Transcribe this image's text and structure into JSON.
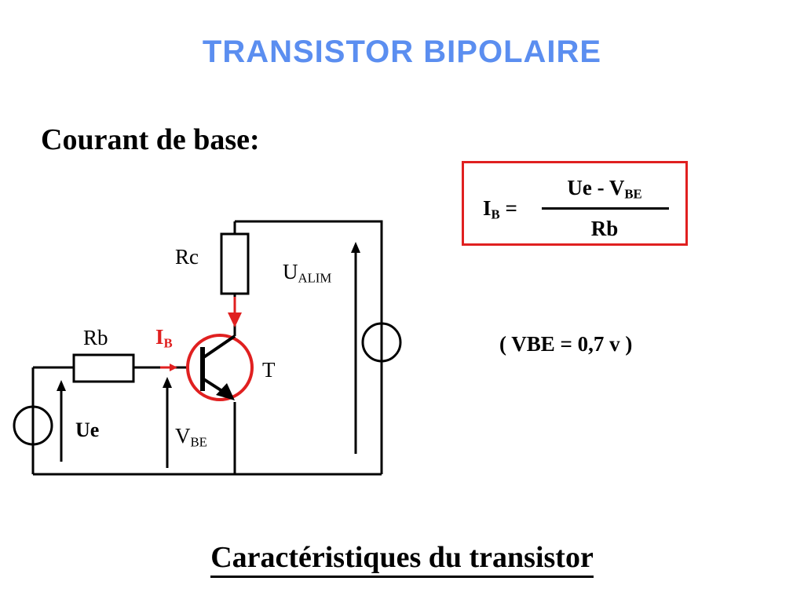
{
  "title": "TRANSISTOR BIPOLAIRE",
  "subtitle": "Courant de base:",
  "formula": {
    "lhs": "I",
    "lhs_sub": "B",
    "equals": " =",
    "numerator": "Ue - V",
    "numerator_sub": "BE",
    "denominator": "Rb"
  },
  "note": "( VBE = 0,7 v )",
  "footer": "Caractéristiques du transistor",
  "circuit": {
    "rb": "Rb",
    "rc": "Rc",
    "ib": "I",
    "ib_sub": "B",
    "transistor": "T",
    "ue": "Ue",
    "vbe": "V",
    "vbe_sub": "BE",
    "ualim": "U",
    "ualim_sub": "ALIM"
  },
  "colors": {
    "title": "#5b8ef0",
    "accent": "#e02020"
  }
}
